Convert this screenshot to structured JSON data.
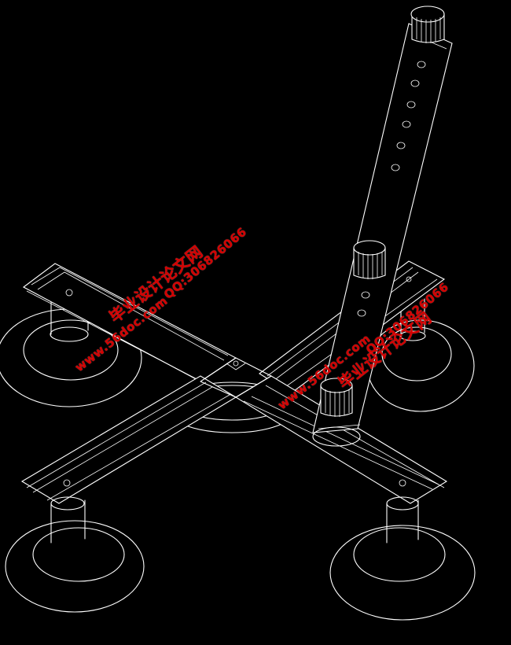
{
  "drawing": {
    "background": "#000000",
    "line_color": "#ffffff",
    "watermark_color": "#d40000"
  },
  "watermarks": [
    {
      "site_name": "毕业设计论文网",
      "url": "www.56doc.com",
      "qq": "QQ:306826066"
    },
    {
      "site_name": "毕业设计论文网",
      "url": "www.56doc.com",
      "qq": "QQ:306826066"
    }
  ]
}
